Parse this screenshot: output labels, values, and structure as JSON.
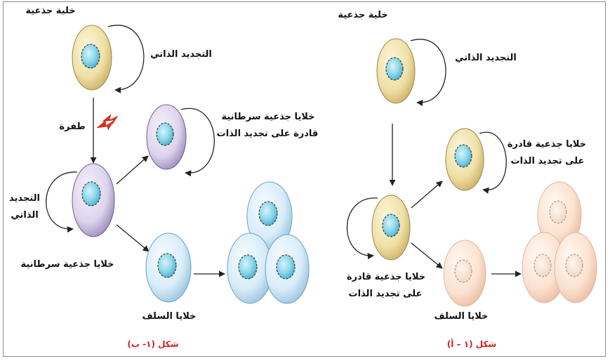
{
  "figure_b": {
    "stem_cell": "خلية جذعية",
    "self_renewal_top": "التجديد الذاتي",
    "mutation": "طفرة",
    "self_renewal_left_1": "التجديد",
    "self_renewal_left_2": "الذاتي",
    "cancer_stem_renewing_1": "خلايا جذعية سرطانية",
    "cancer_stem_renewing_2": "قادرة على تجديد الذات",
    "cancer_stem_cells": "خلايا جذعية سرطانية",
    "progenitor": "خلايا السلف",
    "caption": "شكل (١- ب)"
  },
  "figure_a": {
    "stem_cell": "خلية جذعية",
    "self_renewal": "التجديد الذاتي",
    "renewing_stem_top_1": "خلايا جذعية قادرة",
    "renewing_stem_top_2": "على تجديد الذات",
    "renewing_stem_bottom_1": "خلايا جذعية قادرة",
    "renewing_stem_bottom_2": "على تجديد الذات",
    "progenitor": "خلايا السلف",
    "caption": "شكل (١ – أ)"
  },
  "colors": {
    "stem_yellow": "#efe0a6",
    "cancer_purple": "#ddd4ec",
    "progenitor_blue": "#d8ecf8",
    "progenitor_peach": "#fbe2d0",
    "nucleus": "#7fd0e4",
    "caption_red": "#d61e1e",
    "mutation_red": "#e52a1c"
  }
}
